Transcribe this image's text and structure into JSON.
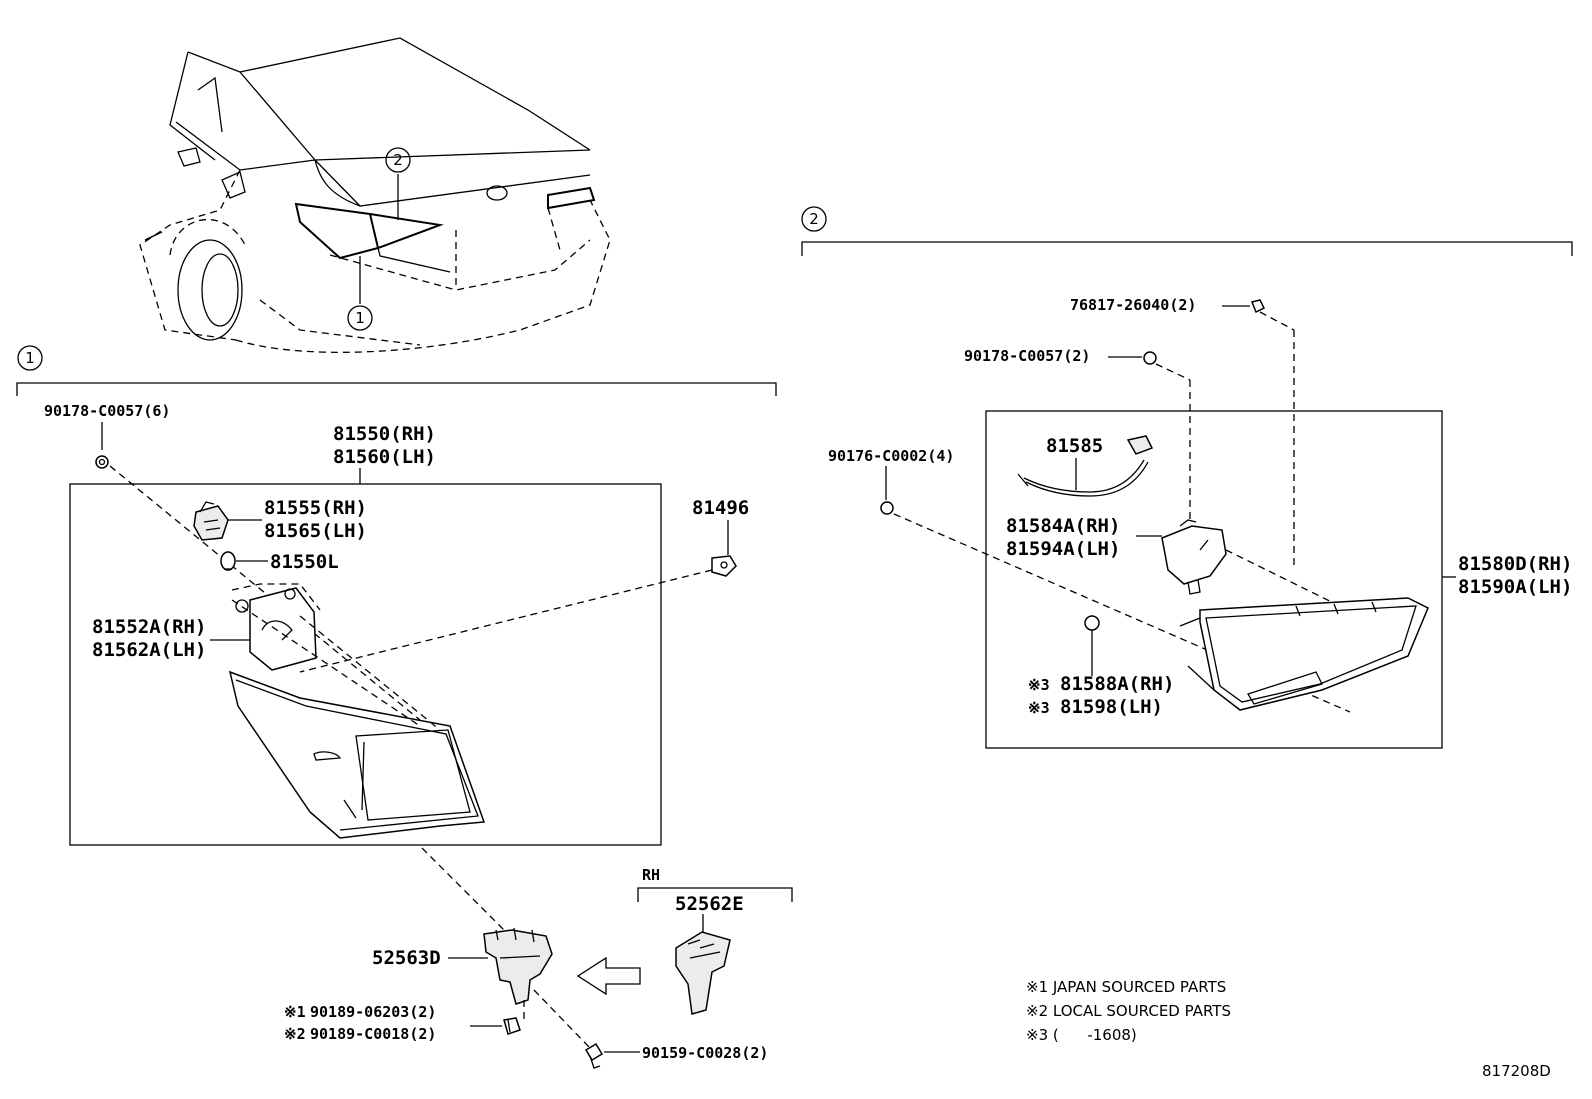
{
  "callouts": {
    "c1": "1",
    "c2": "2"
  },
  "group1": {
    "fastener_top_left": "90178-C0057(6)",
    "lamp_assy_rh": "81550(RH)",
    "lamp_assy_lh": "81560(LH)",
    "socket_rh": "81555(RH)",
    "socket_lh": "81565(LH)",
    "bulb": "81550L",
    "clip": "81496",
    "gasket_rh": "81552A(RH)",
    "gasket_lh": "81562A(LH)",
    "bracket": "52563D",
    "bracket_rh_label": "RH",
    "bracket_rh": "52562E",
    "nut_japan": "90189-06203(2)",
    "nut_local": "90189-C0018(2)",
    "screw": "90159-C0028(2)",
    "mark1": "※1",
    "mark2": "※2"
  },
  "group2": {
    "screw_top": "76817-26040(2)",
    "nut_top": "90178-C0057(2)",
    "nut_side": "90176-C0002(4)",
    "wire": "81585",
    "socket_rh": "81584A(RH)",
    "socket_lh": "81594A(LH)",
    "gasket_rh": "81588A(RH)",
    "gasket_lh": "81598(LH)",
    "mark3a": "※3",
    "mark3b": "※3",
    "lamp_rh": "81580D(RH)",
    "lamp_lh": "81590A(LH)"
  },
  "notes": [
    "※1 JAPAN SOURCED PARTS",
    "※2 LOCAL SOURCED PARTS",
    "※3 (      -1608)"
  ],
  "diagram_id": "817208D"
}
